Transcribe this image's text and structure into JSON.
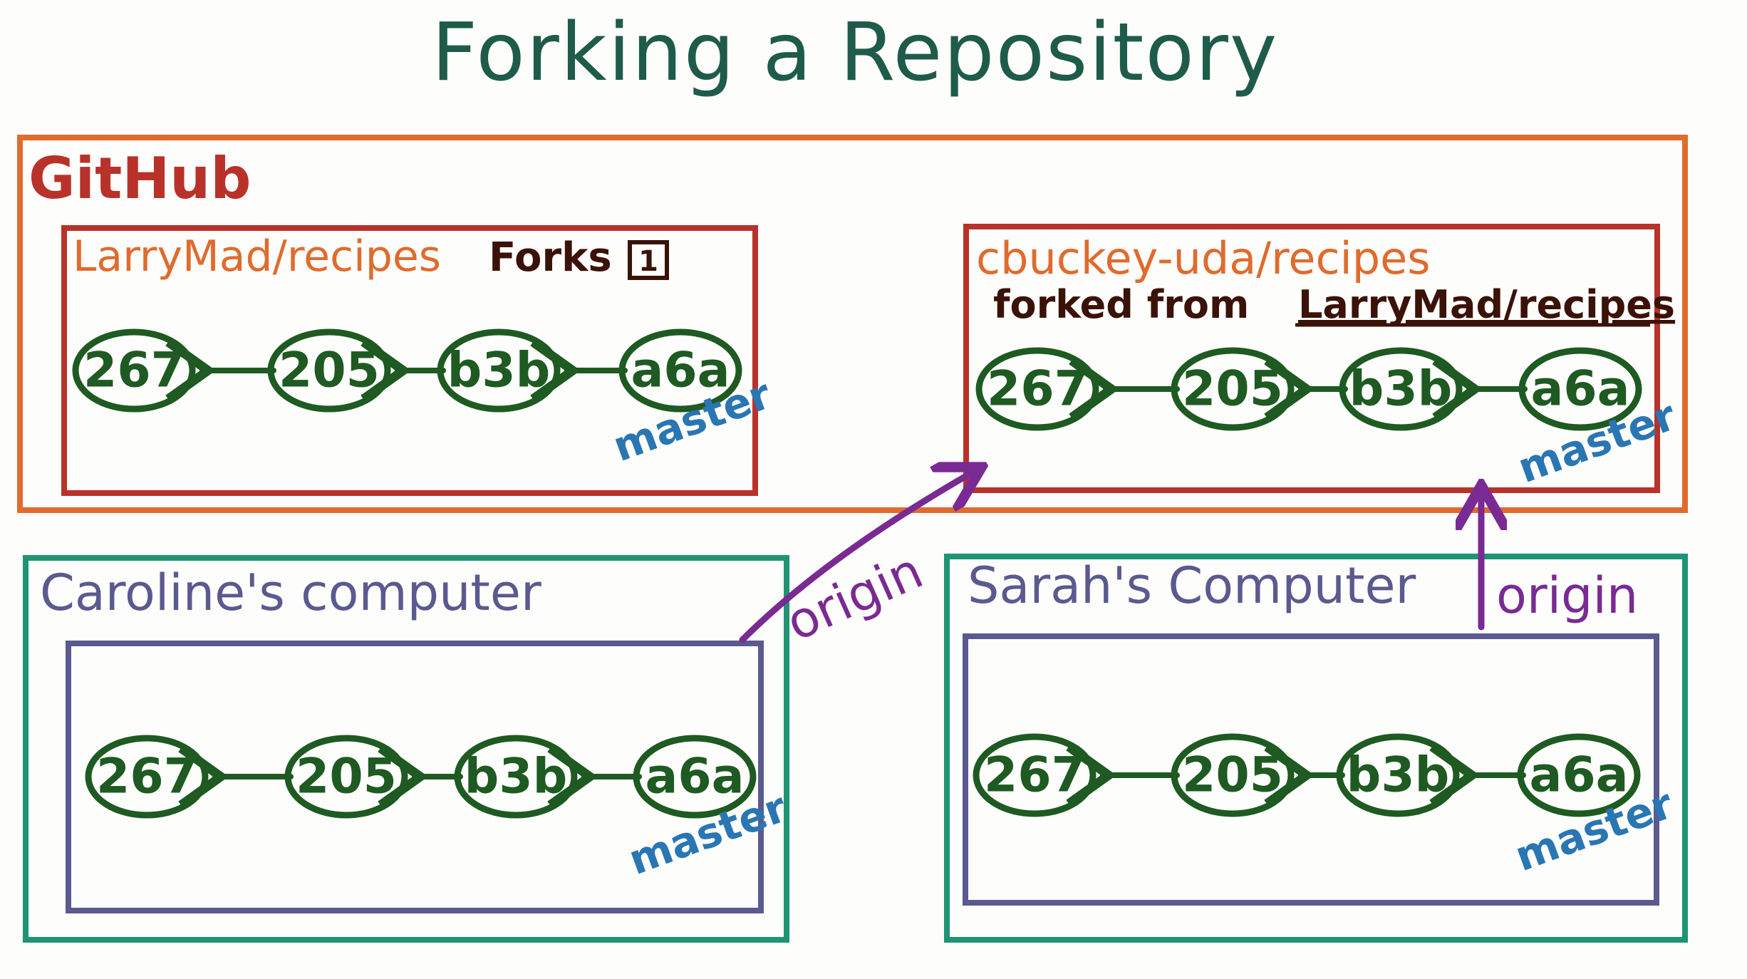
{
  "title": "Forking a Repository",
  "github": {
    "label": "GitHub",
    "original_repo": {
      "name": "LarryMad/recipes",
      "forks_label": "Forks",
      "forks_count": "1",
      "commits": [
        "267",
        "205",
        "b3b",
        "a6a"
      ],
      "branch": "master"
    },
    "fork_repo": {
      "name": "cbuckey-uda/recipes",
      "forked_from_prefix": "forked from",
      "forked_from_link": "LarryMad/recipes",
      "commits": [
        "267",
        "205",
        "b3b",
        "a6a"
      ],
      "branch": "master"
    }
  },
  "caroline": {
    "label": "Caroline's computer",
    "commits": [
      "267",
      "205",
      "b3b",
      "a6a"
    ],
    "branch": "master",
    "remote_label": "origin"
  },
  "sarah": {
    "label": "Sarah's Computer",
    "commits": [
      "267",
      "205",
      "b3b",
      "a6a"
    ],
    "branch": "master",
    "remote_label": "origin"
  },
  "colors": {
    "github_box": "#e06b2e",
    "repo_box": "#b8322a",
    "local_outer": "#1e9474",
    "local_inner": "#5a5a90",
    "commit": "#1e5a22",
    "branch": "#2a76b3",
    "origin": "#7a2a93"
  }
}
